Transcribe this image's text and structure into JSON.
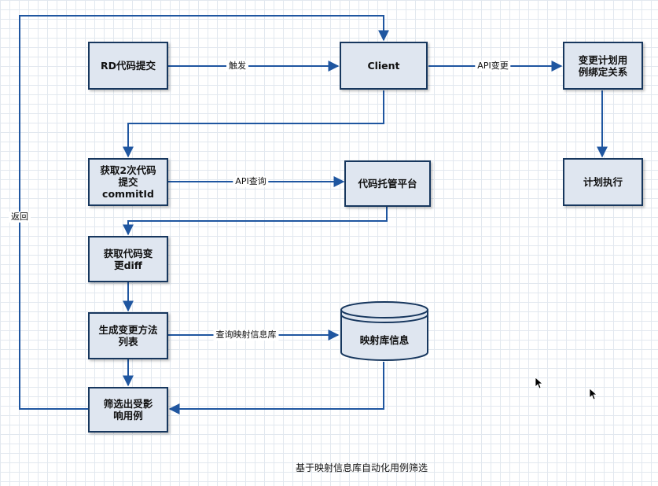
{
  "nodes": {
    "rd_commit": "RD代码提交",
    "client": "Client",
    "plan_bind": "变更计划用\n例绑定关系",
    "get_commit": "获取2次代码\n提交\ncommitId",
    "code_platform": "代码托管平台",
    "plan_exec": "计划执行",
    "get_diff": "获取代码变\n更diff",
    "gen_methods": "生成变更方法\n列表",
    "mapping_db": "映射库信息",
    "filter_cases": "筛选出受影\n响用例"
  },
  "edges": {
    "trigger": "触发",
    "api_change": "API变更",
    "api_query": "API查询",
    "query_mapping": "查询映射信息库",
    "return": "返回"
  },
  "caption": "基于映射信息库自动化用例筛选",
  "colors": {
    "line": "#1f56a0",
    "node_fill": "#dfe6f0",
    "node_border": "#17375e"
  }
}
